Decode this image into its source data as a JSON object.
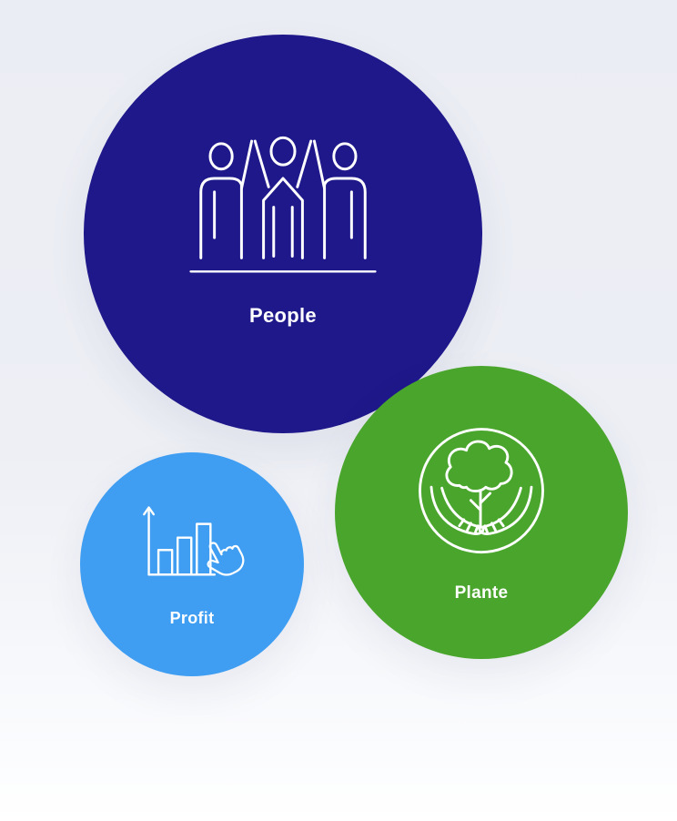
{
  "background": {
    "top_color": "#ebedf4",
    "bottom_color": "#ffffff"
  },
  "bubbles": [
    {
      "id": "people",
      "label": "People",
      "color": "#1e188a",
      "icon": "people-group-icon",
      "size": "large"
    },
    {
      "id": "plante",
      "label": "Plante",
      "color": "#4aa52c",
      "icon": "tree-in-hands-icon",
      "size": "medium"
    },
    {
      "id": "profit",
      "label": "Profit",
      "color": "#3f9ef2",
      "icon": "bar-chart-click-icon",
      "size": "small"
    }
  ],
  "text_color": "#ffffff"
}
